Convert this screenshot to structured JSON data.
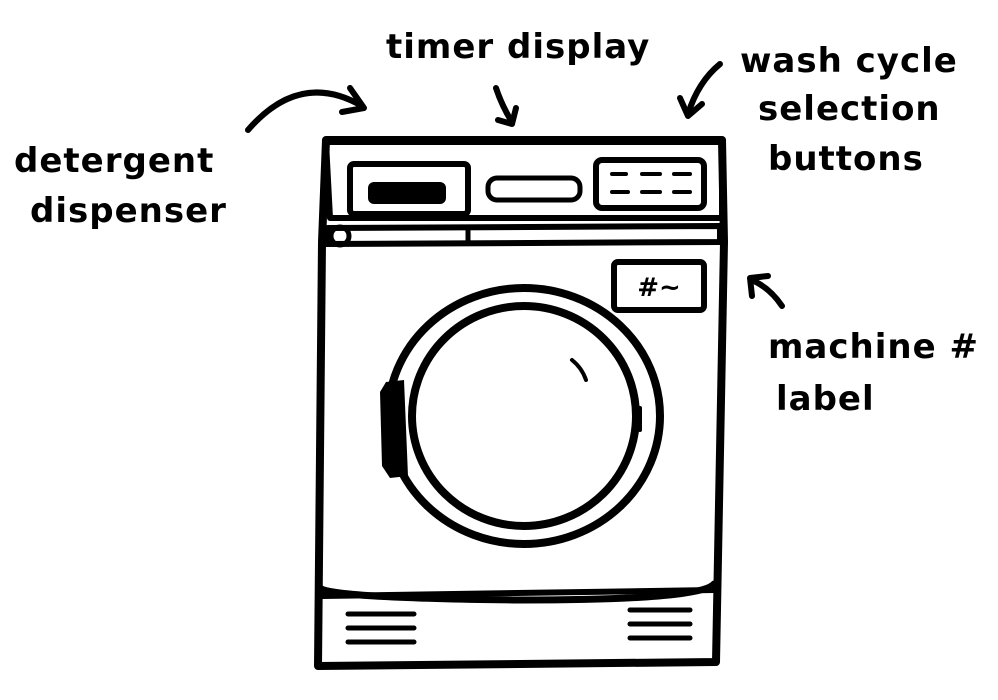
{
  "labels": {
    "timer_display": "timer display",
    "wash_cycle_line1": "wash cycle",
    "wash_cycle_line2": "selection",
    "wash_cycle_line3": "buttons",
    "detergent_line1": "detergent",
    "detergent_line2": "dispenser",
    "machine_label_line1": "machine #",
    "machine_label_line2": "label"
  },
  "machine": {
    "number_tag": "#~"
  },
  "colors": {
    "ink": "#000000",
    "paper": "#ffffff"
  }
}
